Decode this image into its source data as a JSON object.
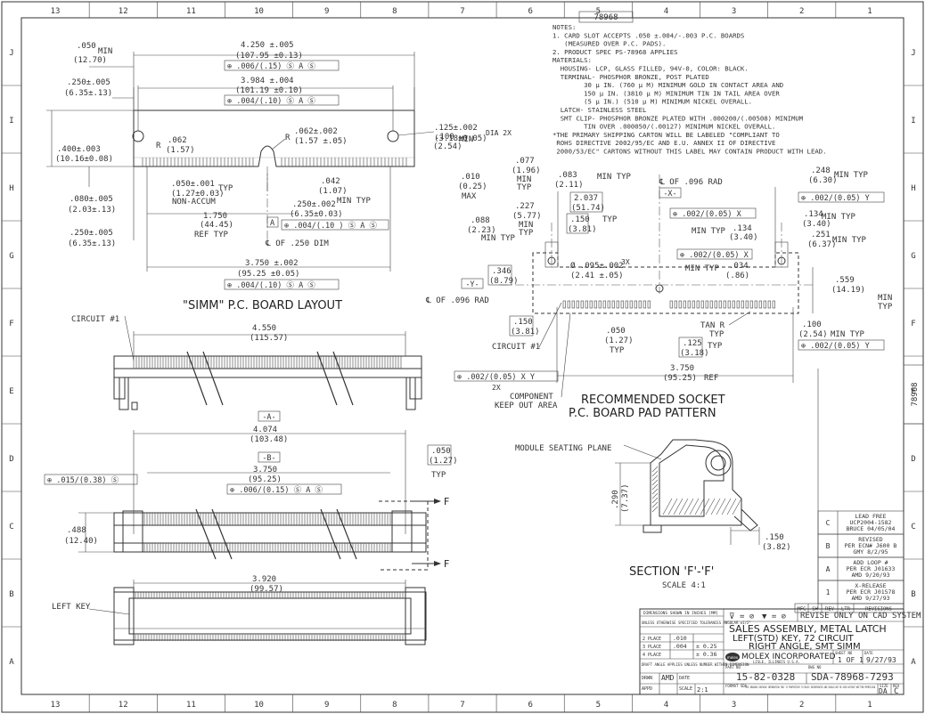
{
  "border": {
    "cols": [
      "13",
      "12",
      "11",
      "10",
      "9",
      "8",
      "7",
      "6",
      "5",
      "4",
      "3",
      "2",
      "1"
    ],
    "rows": [
      "J",
      "I",
      "H",
      "G",
      "F",
      "E",
      "D",
      "C",
      "B",
      "A"
    ]
  },
  "drawing_number_top": "78968",
  "side_tag": "78968",
  "notes": [
    "NOTES:",
    "1. CARD SLOT ACCEPTS .050 ±.004/-.003 P.C. BOARDS",
    "   (MEASURED OVER P.C. PADS).",
    "2. PRODUCT SPEC PS-78968 APPLIES",
    "MATERIALS:",
    "  HOUSING- LCP, GLASS FILLED, 94V-0, COLOR: BLACK.",
    "  TERMINAL- PHOSPHOR BRONZE, POST PLATED",
    "        30 μ IN. (760 μ M) MINIMUM GOLD IN CONTACT AREA AND",
    "        150 μ IN. (3810 μ M) MINIMUM TIN IN TAIL AREA OVER",
    "        (5 μ IN.) (510 μ M) MINIMUM NICKEL OVERALL.",
    "  LATCH- STAINLESS STEEL",
    "  SMT CLIP- PHOSPHOR BRONZE PLATED WITH .000200/(.00508) MINIMUM",
    "        TIN OVER .000050/(.00127) MINIMUM NICKEL OVERALL.",
    "*THE PRIMARY SHIPPING CARTON WILL BE LABELED \"COMPLIANT TO",
    " ROHS DIRECTIVE 2002/95/EC AND E.U. ANNEX II OF DIRECTIVE",
    " 2000/53/EC\" CARTONS WITHOUT THIS LABEL MAY CONTAIN PRODUCT WITH LEAD."
  ],
  "layout": {
    "title": "\"SIMM\" P.C. BOARD LAYOUT",
    "dims": {
      "min_050": ".050",
      "min_050_mm": "(12.70)",
      "min_word": "MIN",
      "d4250": "4.250 ±.005",
      "d4250_mm": "(107.95 ±0.13)",
      "fc4250": "⊕ .006/(.15) Ⓢ A Ⓢ",
      "d250": ".250±.005",
      "d250_mm": "(6.35±.13)",
      "d3984": "3.984 ±.004",
      "d3984_mm": "(101.19 ±0.10)",
      "fc3984": "⊕ .004/(.10) Ⓢ A Ⓢ",
      "d125": ".125±.002",
      "d125_mm": "(3.18±0.05)",
      "dia_2x": "DIA 2X",
      "d062r": ".062±.002",
      "d062r_mm": "(1.57 ±.05)",
      "r_label": "R",
      "d100": ".100",
      "d100_mm": "(2.54)",
      "d100_min": "MIN",
      "d062": ".062",
      "d062_mm": "(1.57)",
      "d400": ".400±.003",
      "d400_mm": "(10.16±0.08)",
      "d050": ".050±.001",
      "d050_mm": "(1.27±0.03)",
      "d050_typ": "TYP",
      "d050_non": "NON-ACCUM",
      "d042": ".042",
      "d042_mm": "(1.07)",
      "d042_min": "MIN TYP",
      "d080": ".080±.005",
      "d080_mm": "(2.03±.13)",
      "d1750": "1.750",
      "d1750_mm": "(44.45)",
      "d1750_ref": "REF TYP",
      "d250b": ".250±.002",
      "d250b_mm": "(6.35±0.03)",
      "fc250b": "⊕ .004/(.10 ) Ⓢ A Ⓢ",
      "a_box": "A",
      "d250c": ".250±.005",
      "d250c_mm": "(6.35±.13)",
      "cl250": "℄ OF .250 DIM",
      "d3750": "3.750 ±.002",
      "d3750_mm": "(95.25 ±0.05)",
      "fc3750": "⊕ .004/(.10) Ⓢ A Ⓢ"
    }
  },
  "side_view": {
    "circuit1": "CIRCUIT #1",
    "d4550": "4.550",
    "d4550_mm": "(115.57)",
    "a_box": "-A-",
    "d4074": "4.074",
    "d4074_mm": "(103.48)",
    "b_box": "-B-",
    "d3750": "3.750",
    "d3750_mm": "(95.25)",
    "fc3750": "⊕ .006/(0.15) Ⓢ A Ⓢ",
    "d050": ".050",
    "d050_mm": "(1.27)",
    "d050_typ": "TYP",
    "fc015": "⊕ .015/(0.38) Ⓢ",
    "d488": ".488",
    "d488_mm": "(12.40)",
    "f1": "F",
    "f2": "F",
    "d3920": "3.920",
    "d3920_mm": "(99.57)",
    "left_key": "LEFT KEY"
  },
  "pad_pattern": {
    "title1": "RECOMMENDED SOCKET",
    "title2": "P.C. BOARD PAD PATTERN",
    "d077": ".077",
    "d077_mm": "(1.96)",
    "d077_min": "MIN",
    "d077_typ": "TYP",
    "d083": ".083",
    "d083_mm": "(2.11)",
    "d083_min": "MIN TYP",
    "d2037": "2.037",
    "d2037_mm": "(51.74)",
    "cl096": "℄ OF .096 RAD",
    "x_box": "-X-",
    "d248": ".248",
    "d248_mm": "(6.30)",
    "d248_min": "MIN TYP",
    "fc248": "⊕ .002/(0.05) Y",
    "d010": ".010",
    "d010_mm": "(0.25)",
    "d010_max": "MAX",
    "d227": ".227",
    "d227_mm": "(5.77)",
    "d227_min": "MIN",
    "d227_typ": "TYP",
    "d150": ".150",
    "d150_mm": "(3.81)",
    "d150_typ": "TYP",
    "fcx": "⊕ .002/(0.05) X",
    "d134a": ".134",
    "d134a_mm": "(3.40)",
    "d134a_min": "MIN TYP",
    "d134b": ".134",
    "d134b_mm": "(3.40)",
    "d134b_min": "MIN TYP",
    "d251": ".251",
    "d251_mm": "(6.37)",
    "d251_min": "MIN TYP",
    "d088": ".088",
    "d088_mm": "(2.23)",
    "d088_min": "MIN TYP",
    "d346": ".346",
    "d346_mm": "(8.79)",
    "y_box": "-Y-",
    "cl096b": "℄ OF .096 RAD",
    "fcx2": "⊕ .002/(0.05) X",
    "d095": "Ø .095±.002",
    "d095_mm": "(2.41 ±.05)",
    "d095_3x": "3X",
    "d034": ".034",
    "d034_mm": "(.86)",
    "d034_min": "MIN TYP",
    "d559": ".559",
    "d559_mm": "(14.19)",
    "d559_min": "MIN",
    "d559_typ": "TYP",
    "d150b": ".150",
    "d150b_mm": "(3.81)",
    "circuit1": "CIRCUIT #1",
    "d050": ".050",
    "d050_mm": "(1.27)",
    "d050_typ": "TYP",
    "d125": ".125",
    "d125_mm": "(3.18)",
    "d125_typ": "TYP",
    "tanr": "TAN R",
    "tanr_typ": "TYP",
    "d100": ".100",
    "d100_mm": "(2.54)",
    "d100_min": "MIN TYP",
    "fc100": "⊕ .002/(0.05) Y",
    "fc2x": "⊕ .002/(0.05) X Y",
    "fc2x_2x": "2X",
    "d3750": "3.750",
    "d3750_mm": "(95.25)",
    "d3750_ref": "REF",
    "keepout1": "COMPONENT",
    "keepout2": "KEEP OUT AREA"
  },
  "section": {
    "module_plane": "MODULE SEATING PLANE",
    "d290": ".290",
    "d290_mm": "(7.37)",
    "d150": ".150",
    "d150_mm": "(3.82)",
    "title": "SECTION 'F'-'F'",
    "scale": "SCALE 4:1"
  },
  "revisions": {
    "rows": [
      {
        "rev": "C",
        "text1": "LEAD FREE",
        "text2": "UCP2004-1582",
        "text3": "BRUCE 04/05/04"
      },
      {
        "rev": "B",
        "text1": "REVISED",
        "text2": "PER ECN# J600 B",
        "text3": "GMY 8/2/95"
      },
      {
        "rev": "A",
        "text1": "ADD LOOP #",
        "text2": "PER ECR J01633",
        "text3": "AMD 9/20/93"
      },
      {
        "rev": "1",
        "text1": "X-RELEASE",
        "text2": "PER ECR J01578",
        "text3": "AMD 9/27/93"
      }
    ],
    "header": [
      "MFG",
      "SH",
      "REV",
      "LTR",
      "REVISIONS"
    ]
  },
  "title_block": {
    "dims_note": "DIMENSIONS SHOWN IN INCHES [MM]",
    "tol_note": "UNLESS OTHERWISE SPECIFIED TOLERANCES ANGULAR ±1/2°",
    "tol_rows": [
      {
        "k": "2 PLACE",
        "inch": ".010",
        "mm": ""
      },
      {
        "k": "3 PLACE",
        "inch": ".004",
        "mm": "± 0.25"
      },
      {
        "k": "4 PLACE",
        "inch": "",
        "mm": "± 0.36"
      }
    ],
    "draft_note": "DRAFT ANGLE APPLIES UNLESS NUMBER WITHIN DIMENSION",
    "drwn_label": "DRWN",
    "drwn": "AMD",
    "date_label": "DATE",
    "date_val": "",
    "appd_label": "APPD",
    "scale_label": "SCALE",
    "scale_val": "2:1",
    "proj": "⊽ = ⊘",
    "proj2": "▼ = ⊘",
    "revise_note": "REVISE ONLY ON CAD SYSTEM",
    "title1": "SALES ASSEMBLY, METAL LATCH",
    "title2": "LEFT(STD) KEY, 72 CIRCUIT",
    "title3": "RIGHT ANGLE, SMT SIMM",
    "company": "MOLEX INCORPORATED",
    "company_sub": "LISLE, ILLINOIS U.S.A.",
    "sheet_label": "SHEET NO",
    "sheet": "1 OF 1",
    "date2_label": "DATE",
    "date2": "9/27/93",
    "part_label": "PART NO",
    "part": "15-82-0328",
    "dwg_label": "DWG NO",
    "dwg": "SDA-78968-7293",
    "size_label": "SIZE",
    "size": "DA",
    "rev_label": "REV",
    "rev": "C",
    "warning": "THIS DRAWING CONTAINS INFORMATION THAT IS PROPRIETARY TO MOLEX INCORPORATED AND SHOULD NOT BE USED WITHOUT WRITTEN PERMISSION",
    "format": "FORMAT SDA"
  }
}
